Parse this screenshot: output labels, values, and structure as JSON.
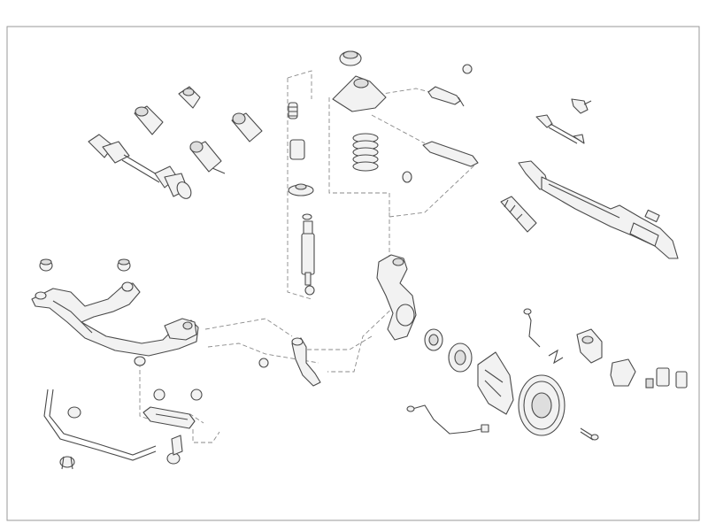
{
  "diagram": {
    "background": "#ffffff",
    "line_color": "#4a4a4a",
    "part_fill": "#f2f2f2",
    "leader_color": "#8a8a8a",
    "parts": [
      "drive-shaft",
      "cv-joint-boot-kit",
      "strut-top-mount",
      "upper-control-arm",
      "tie-rod-end",
      "steering-rack",
      "rack-boot",
      "shock-absorber",
      "coil-spring",
      "bump-stop",
      "subframe",
      "control-arm-bushing",
      "steering-knuckle",
      "lower-control-arm",
      "stabilizer-bar",
      "stabilizer-link",
      "wheel-hub",
      "wheel-bearing",
      "brake-disc",
      "brake-shield",
      "brake-caliper",
      "caliper-bracket",
      "brake-pads",
      "abs-sensor",
      "brake-hose",
      "wheel-bolt"
    ]
  }
}
